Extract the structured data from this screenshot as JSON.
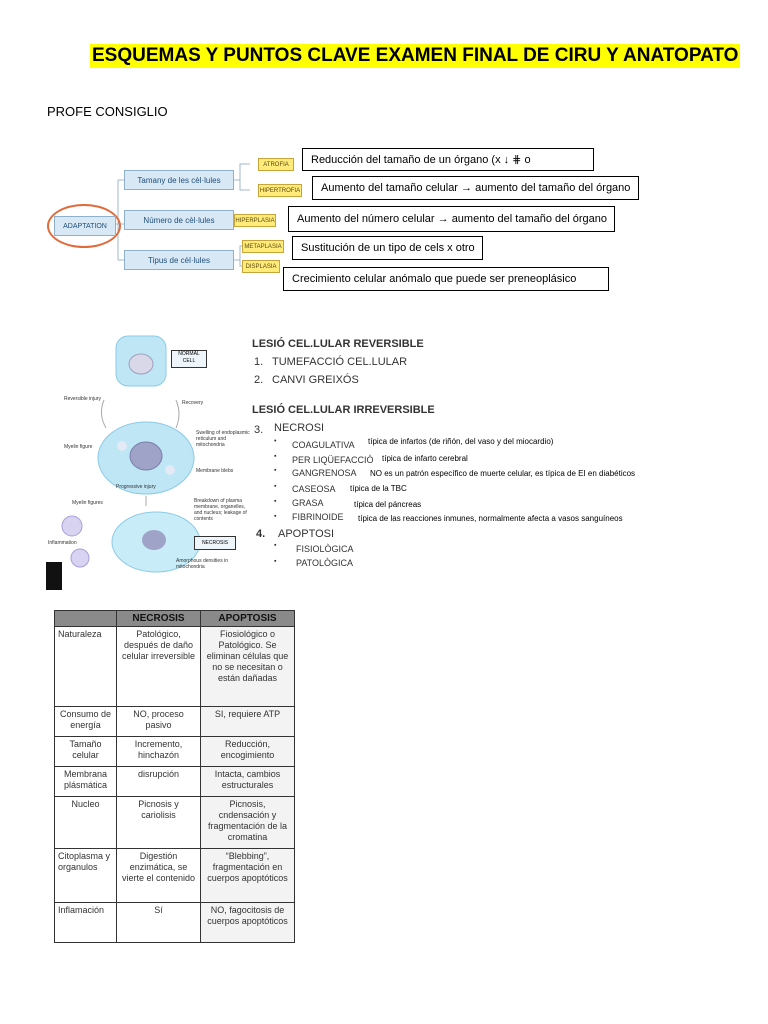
{
  "doc": {
    "title": "ESQUEMAS Y PUNTOS CLAVE EXAMEN FINAL DE CIRU Y ANATOPATO",
    "subtitle": "PROFE CONSIGLIO"
  },
  "adaptation": {
    "root": "ADAPTATION",
    "branches": [
      "Tamany de les cèl·lules",
      "Número de cèl·lules",
      "Tipus de cèl·lules"
    ],
    "tags": [
      "ATROFIA",
      "HIPERTROFIA",
      "HIPERPLASIA",
      "METAPLASIA",
      "DISPLASIA"
    ],
    "descriptions": [
      "Reducción del tamaño de un órgano (x ↓ ⋕ o",
      "Aumento del tamaño celular → aumento del tamaño del órgano",
      "Aumento del número celular → aumento del tamaño del órgano",
      "Sustitución de un tipo de cels x otro",
      "Crecimiento celular anómalo que puede ser preneoplásico"
    ]
  },
  "cell_figure": {
    "normal_cell": "NORMAL CELL",
    "reversible_injury": "Reversible injury",
    "recovery": "Recovery",
    "myelin_figure": "Myelin figure",
    "swelling": "Swelling of endoplasmic reticulum and mitochondria",
    "membrane_blebs": "Membrane blebs",
    "progressive_injury": "Progressive injury",
    "myelin_figures": "Myelin figures",
    "breakdown": "Breakdown of plasma membrane, organelles, and nucleus; leakage of contents",
    "inflammation": "Inflammation",
    "necrosis": "NECROSIS",
    "amorphous": "Amorphous densities in mitochondria"
  },
  "lesion": {
    "reversible_heading": "LESIÓ CEL.LULAR REVERSIBLE",
    "reversible_items": [
      "TUMEFACCIÓ CEL.LULAR",
      "CANVI GREIXÓS"
    ],
    "irreversible_heading": "LESIÓ CEL.LULAR IRREVERSIBLE",
    "necrosi_label": "NECROSI",
    "necrosi_types": [
      {
        "name": "COAGULATIVA",
        "note": "típica de infartos (de riñón, del vaso y del  miocardio)"
      },
      {
        "name": "PER LIQÜEFACCIÓ",
        "note": "típica de infarto cerebral"
      },
      {
        "name": "GANGRENOSA",
        "note": "NO es un patrón específico de muerte celular, es típica de EI en diabéticos"
      },
      {
        "name": "CASEOSA",
        "note": "típica de la TBC"
      },
      {
        "name": "GRASA",
        "note": "típica del páncreas"
      },
      {
        "name": "FIBRINOIDE",
        "note": "típica de las reacciones inmunes, normalmente afecta a vasos sanguíneos"
      }
    ],
    "apoptosi_label": "APOPTOSI",
    "apoptosi_types": [
      "FISIOLÒGICA",
      "PATOLÒGICA"
    ],
    "numbers": [
      "1.",
      "2.",
      "3.",
      "4."
    ]
  },
  "comparison_table": {
    "headers": [
      "",
      "NECROSIS",
      "APOPTOSIS"
    ],
    "rows": [
      [
        "Naturaleza",
        "Patológico, después de daño celular irreversible",
        "Fiosiológico o Patológico. Se eliminan células que no se necesitan o están dañadas"
      ],
      [
        "Consumo de energía",
        "NO, proceso pasivo",
        "SI, requiere ATP"
      ],
      [
        "Tamaño celular",
        "Incremento, hinchazón",
        "Reducción, encogimiento"
      ],
      [
        "Membrana plásmática",
        "disrupción",
        "Intacta, cambios estructurales"
      ],
      [
        "Nucleo",
        "Picnosis y cariolisis",
        "Picnosis, cndensación y fragmentación de la cromatina"
      ],
      [
        "Citoplasma y organulos",
        "Digestión enzimática, se vierte el contenido",
        "“Blebbing”, fragmentación en cuerpos apoptóticos"
      ],
      [
        "Inflamación",
        "Sí",
        "NO, fagocitosis de cuerpos apoptóticos"
      ]
    ]
  }
}
